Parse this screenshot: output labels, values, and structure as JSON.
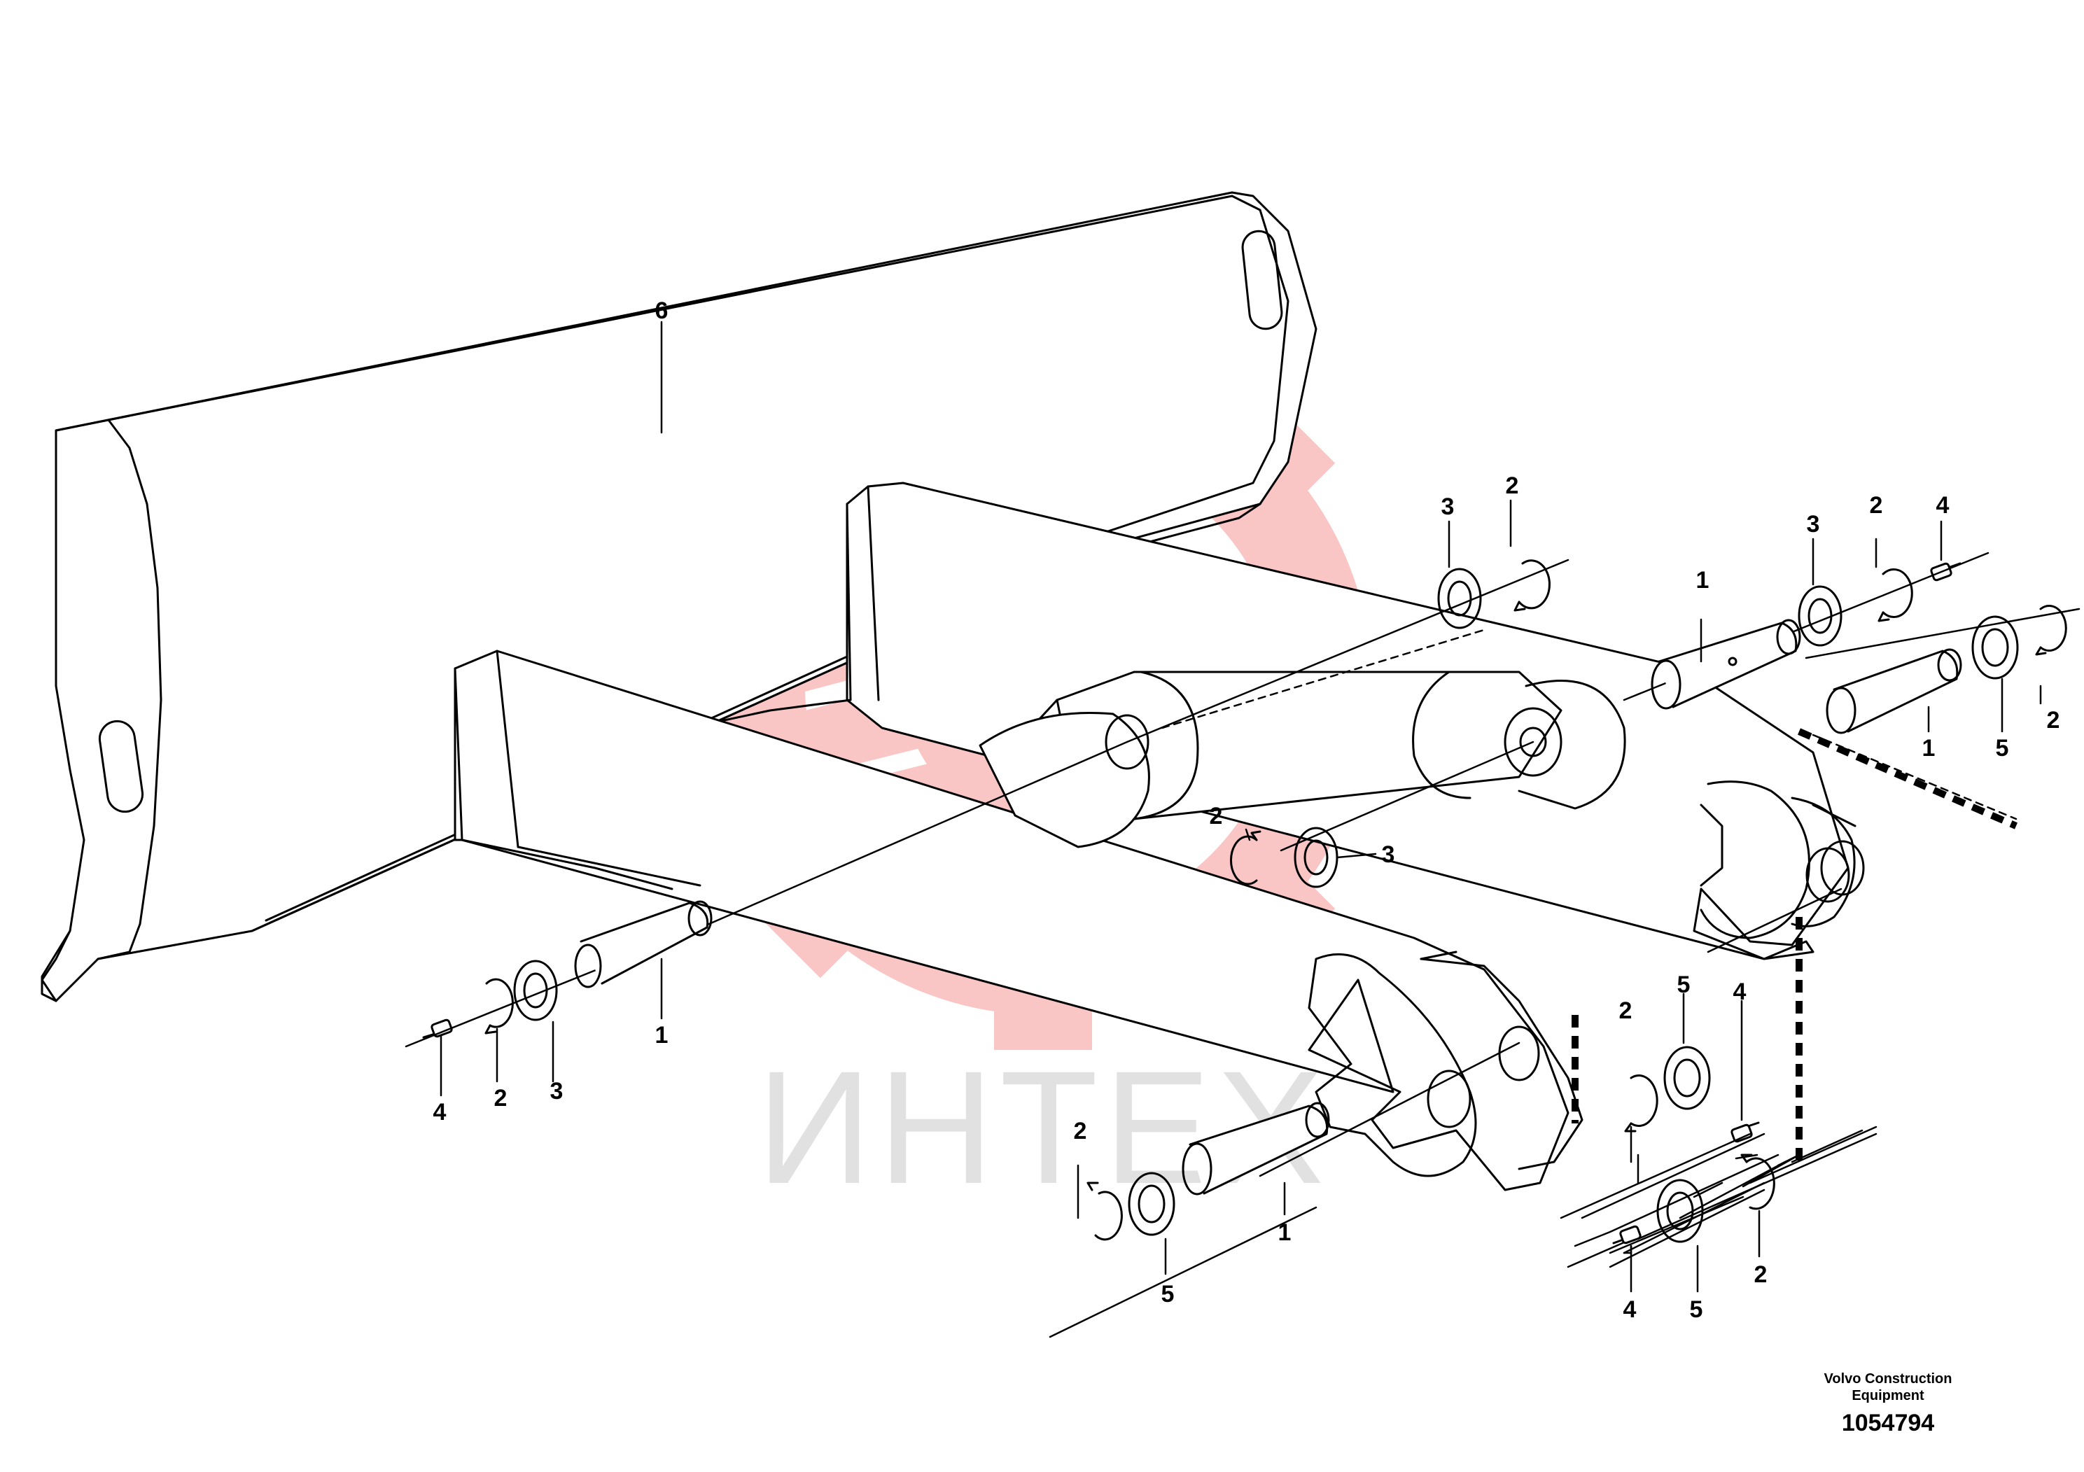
{
  "watermark": {
    "text": "ИНТЕХ",
    "gear_color": "#e8342f",
    "text_color": "#c9c9c9"
  },
  "callouts": {
    "c6": "6",
    "c3a": "3",
    "c2a": "2",
    "c1b": "1",
    "c3b": "3",
    "c2b": "2",
    "c4b": "4",
    "c5c": "5",
    "c2c": "2",
    "c1c": "1",
    "c2d": "2",
    "c3d": "3",
    "c1e": "1",
    "c4e": "4",
    "c2e": "2",
    "c3e": "3",
    "c2f": "2",
    "c5f": "5",
    "c4f": "4",
    "c2g": "2",
    "c5g": "5",
    "c1g": "1",
    "c4h": "4",
    "c5h": "5",
    "c2h": "2"
  },
  "credit": {
    "company_line1": "Volvo Construction",
    "company_line2": "Equipment",
    "drawing_number": "1054794"
  }
}
